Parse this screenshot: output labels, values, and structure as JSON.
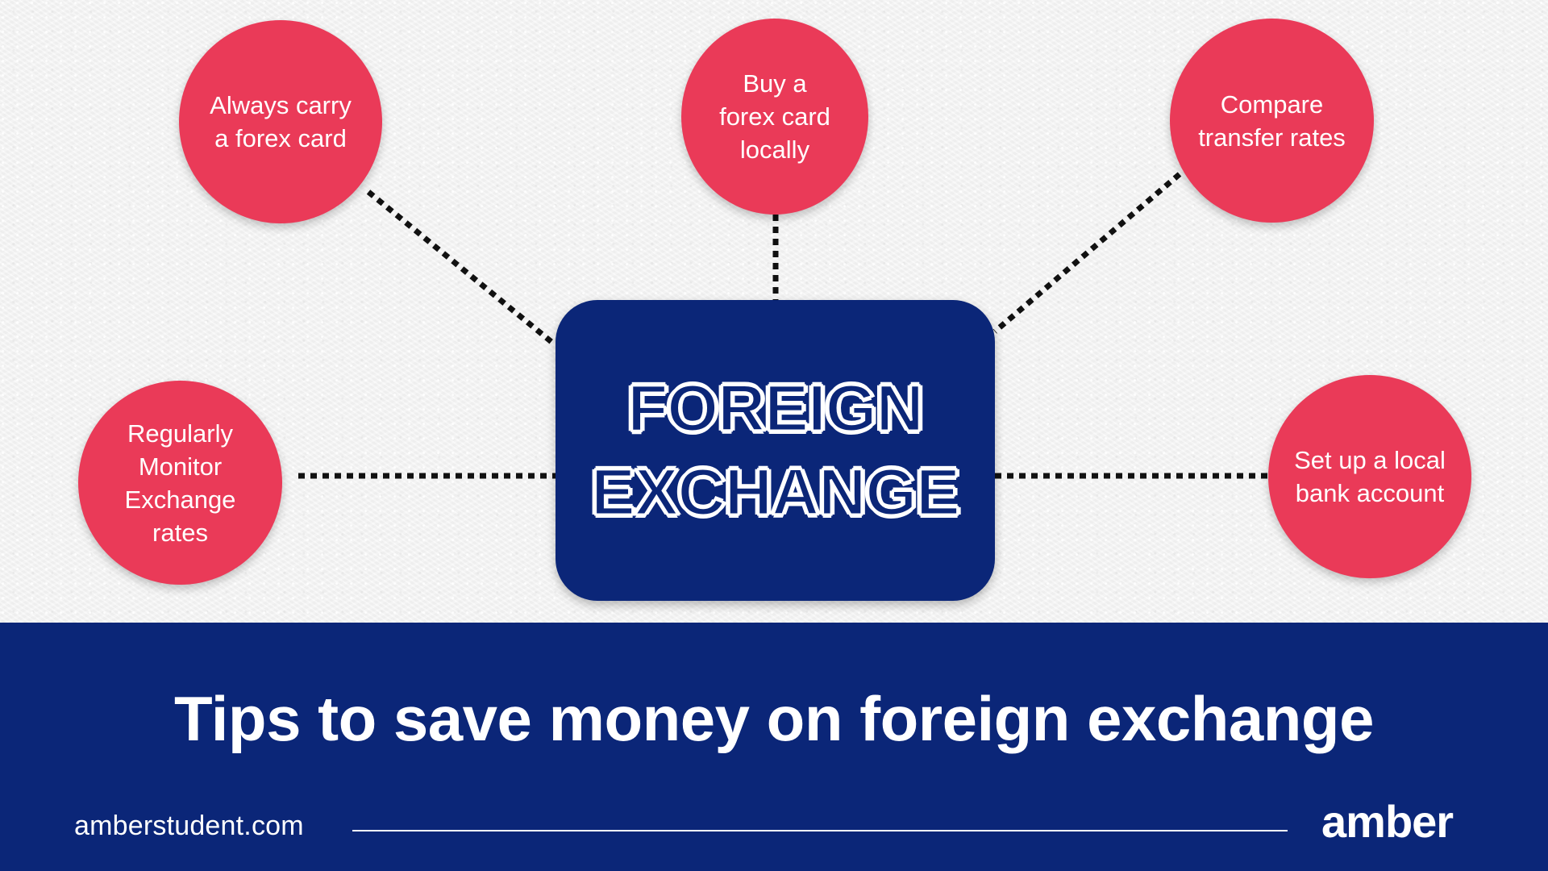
{
  "colors": {
    "tip_circle": "#ea3a58",
    "center_box": "#0b2678",
    "footer": "#0b2678",
    "connector": "#111111",
    "text_light": "#ffffff"
  },
  "diagram": {
    "center_label": "FOREIGN\nEXCHANGE",
    "tips": {
      "always_carry": "Always carry\na forex card",
      "buy_locally": "Buy a\nforex card\nlocally",
      "compare_rates": "Compare\ntransfer rates",
      "monitor_rates": "Regularly\nMonitor\nExchange\nrates",
      "local_account": "Set up a local\nbank account"
    }
  },
  "footer": {
    "title": "Tips to save money on foreign exchange",
    "website": "amberstudent.com",
    "brand": "amber"
  }
}
